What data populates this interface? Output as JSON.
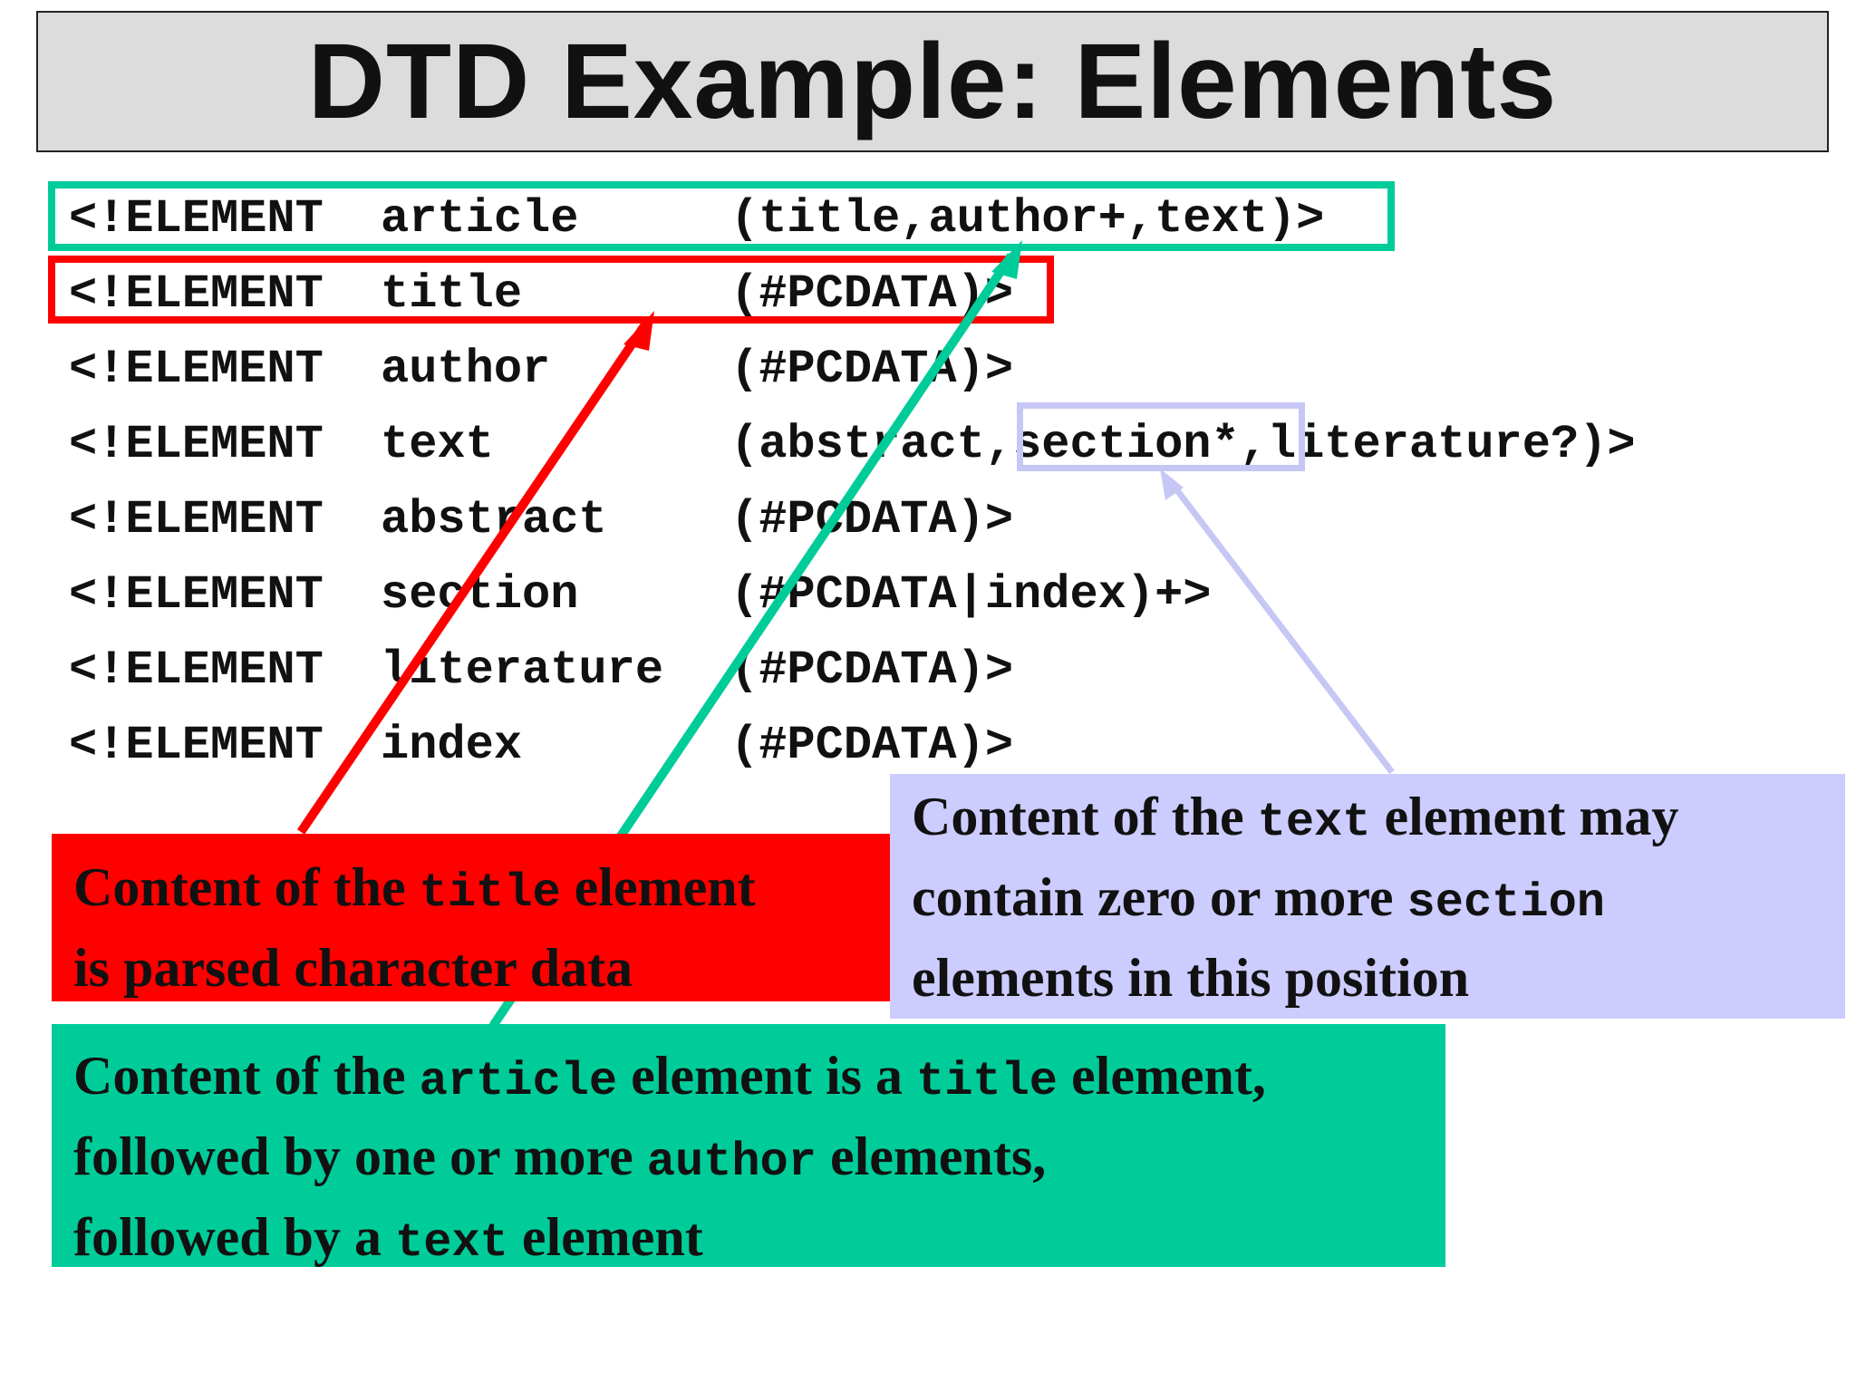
{
  "title": "DTD Example: Elements",
  "code_lines": [
    {
      "kw": "<!ELEMENT",
      "name": "article",
      "content": "(title,author+,text)>"
    },
    {
      "kw": "<!ELEMENT",
      "name": "title",
      "content": "(#PCDATA)>"
    },
    {
      "kw": "<!ELEMENT",
      "name": "author",
      "content": "(#PCDATA)>"
    },
    {
      "kw": "<!ELEMENT",
      "name": "text",
      "content": "(abstract,section*,literature?)>"
    },
    {
      "kw": "<!ELEMENT",
      "name": "abstract",
      "content": "(#PCDATA)>"
    },
    {
      "kw": "<!ELEMENT",
      "name": "section",
      "content": "(#PCDATA|index)+>"
    },
    {
      "kw": "<!ELEMENT",
      "name": "literature",
      "content": "(#PCDATA)>"
    },
    {
      "kw": "<!ELEMENT",
      "name": "index",
      "content": "(#PCDATA)>"
    }
  ],
  "notes": {
    "title_note": {
      "line1": {
        "a": "Content of the ",
        "code": "title",
        "b": " element"
      },
      "line2": "is parsed character data"
    },
    "text_note": {
      "line1": {
        "a": "Content of the ",
        "code": "text",
        "b": " element may"
      },
      "line2": {
        "a": "contain zero or more ",
        "code": "section"
      },
      "line3": "elements in this position"
    },
    "article_note": {
      "line1": {
        "a": "Content of the ",
        "code1": "article",
        "b": " element is a ",
        "code2": "title",
        "c": " element,"
      },
      "line2": {
        "a": "followed by one or more ",
        "code": "author",
        "b": " elements,"
      },
      "line3": {
        "a": "followed by a ",
        "code": "text",
        "b": " element"
      }
    }
  },
  "colors": {
    "title_bar": "#dcdcdc",
    "green": "#00cc99",
    "red": "#ff0000",
    "lavender": "#ccccff"
  }
}
